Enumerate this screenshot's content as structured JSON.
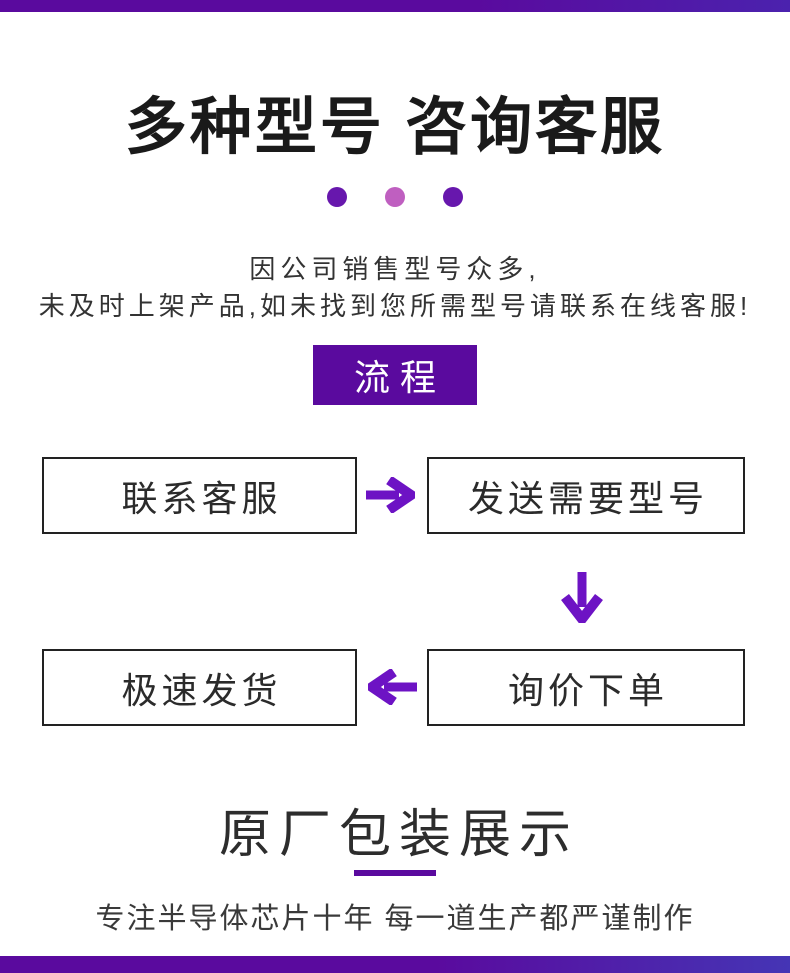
{
  "colors": {
    "primary_purple": "#5a0a9e",
    "arrow_purple": "#6d13c4",
    "dot_purple": "#6717ad",
    "dot_pink": "#bf5fc0",
    "heading_text": "#1a1a1a",
    "body_text": "#333333",
    "box_border": "#222222"
  },
  "header": {
    "title": "多种型号 咨询客服",
    "intro_line1": "因公司销售型号众多,",
    "intro_line2": "未及时上架产品,如未找到您所需型号请联系在线客服!"
  },
  "process": {
    "badge_label": "流程",
    "steps": [
      {
        "label": "联系客服"
      },
      {
        "label": "发送需要型号"
      },
      {
        "label": "询价下单"
      },
      {
        "label": "极速发货"
      }
    ]
  },
  "packaging": {
    "title": "原厂包装展示",
    "slogan": "专注半导体芯片十年 每一道生产都严谨制作"
  }
}
